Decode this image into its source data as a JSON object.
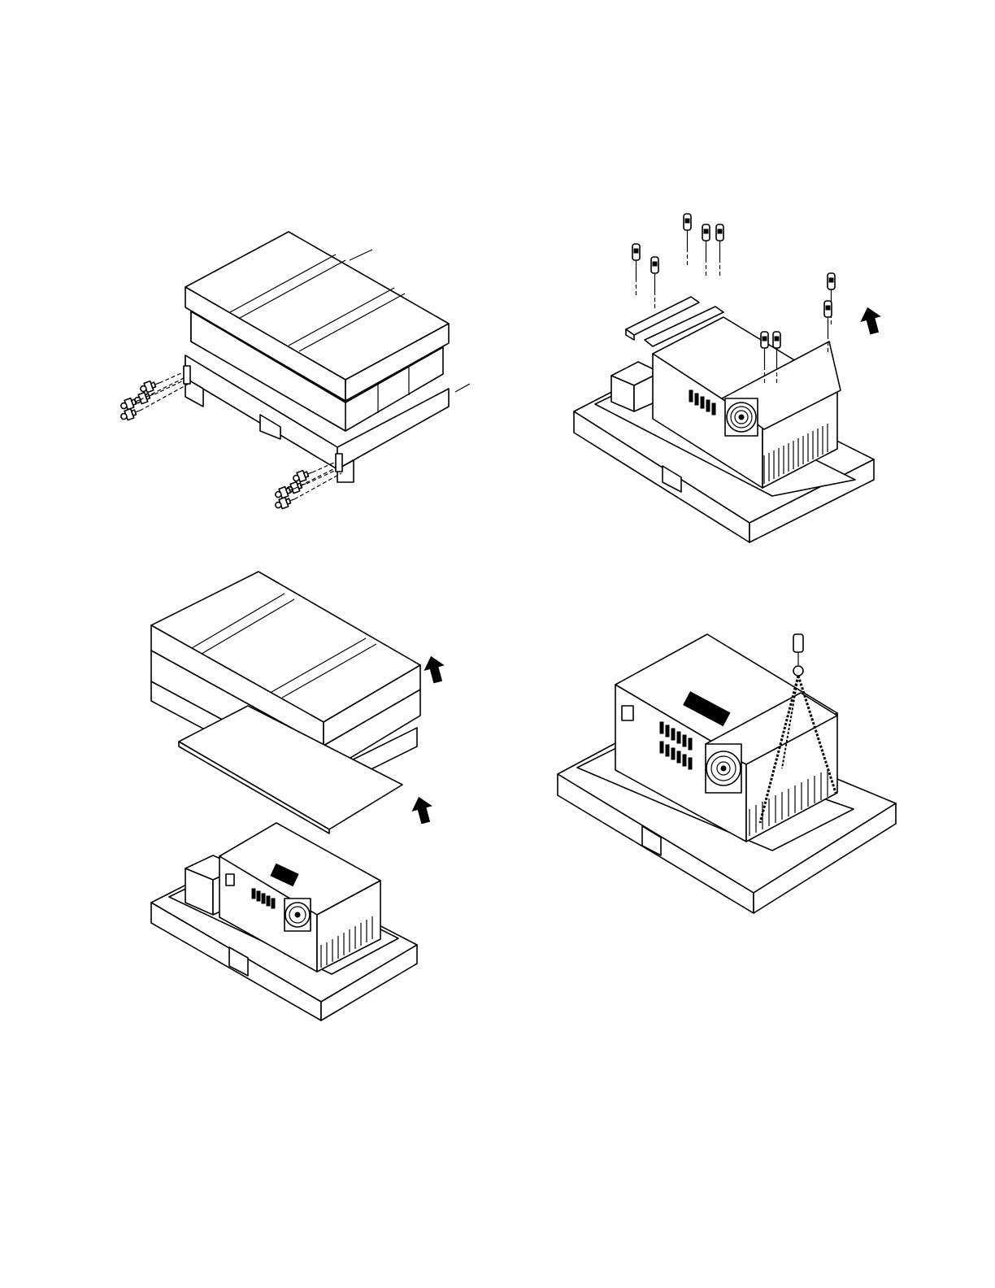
{
  "page": {
    "background": "#ffffff",
    "line_color": "#000000"
  },
  "steps": [
    {
      "id": "step-1",
      "depicts": "crate-with-bottom-screws",
      "icons": [
        "screw-icon"
      ]
    },
    {
      "id": "step-2",
      "depicts": "unit-on-pallet-removing-top-screws",
      "icons": [
        "screwdriver-icon",
        "arrow-up-icon"
      ]
    },
    {
      "id": "step-3",
      "depicts": "lid-and-board-lifted-off",
      "icons": [
        "arrow-up-icon"
      ]
    },
    {
      "id": "step-4",
      "depicts": "unit-lifted-by-hoist",
      "icons": [
        "hoist-hook-icon",
        "fan-icon"
      ]
    }
  ]
}
